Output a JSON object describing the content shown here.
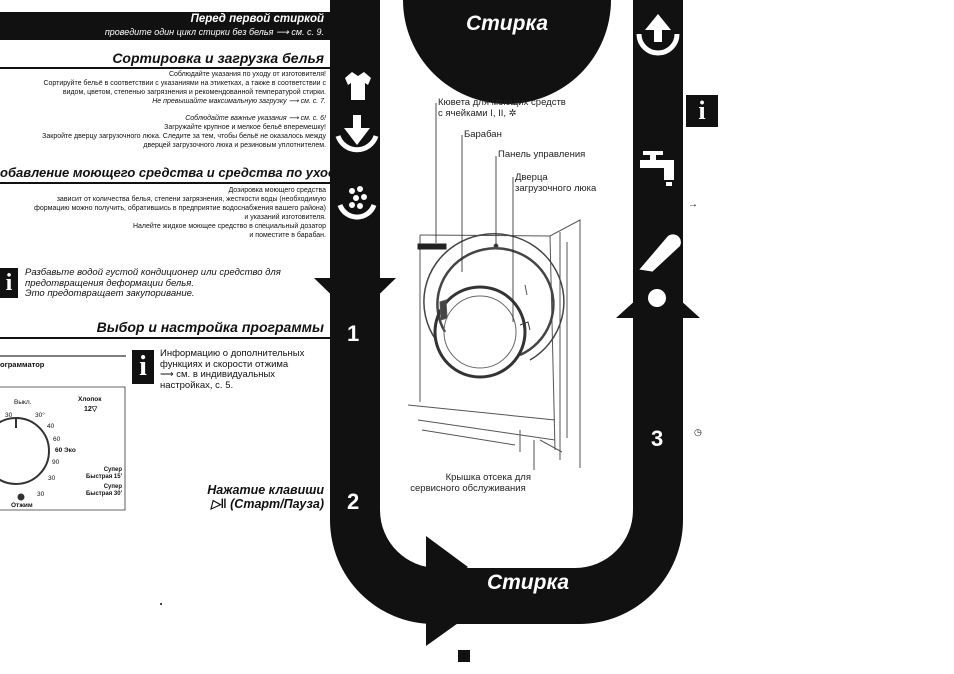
{
  "header": {
    "title": "Перед первой стиркой",
    "subtitle": "проведите один цикл стирки без белья ⟶ см. с. 9."
  },
  "sorting": {
    "title": "Сортировка и загрузка белья",
    "p1": [
      "Соблюдайте указания по уходу от изготовителя!",
      "Сортируйте бельё в соответствии с указаниями на этикетках, а также в соответствии с",
      "видом, цветом, степенью загрязнения и рекомендованной температурой стирки.",
      "Не превышайте максимальную загрузку ⟶ см. с. 7."
    ],
    "p2": [
      "Соблюдайте важные указания ⟶ см. с. 6!",
      "Загружайте крупное и мелкое бельё вперемешку!",
      "Закройте дверцу загрузочного люка. Следите за тем, чтобы бельё не оказалось между",
      "дверцей загрузочного люка и резиновым уплотнителем."
    ]
  },
  "detergent": {
    "title": "обавление моющего средства и средства по уходу",
    "lines": [
      "Дозировка моющего средства",
      "зависит от количества белья, степени загрязнения, жесткости воды (необходимую",
      "формацию можно получить, обратившись в предприятие водоснабжения вашего района)",
      "и указаний изготовителя.",
      "Налейте жидкое моющее средство в специальный дозатор",
      "и поместите в барабан."
    ]
  },
  "note1": {
    "icon": "i",
    "lines": [
      "Разбавьте водой густой кондиционер или средство для",
      "предотвращения деформации белья.",
      "Это предотвращает закупоривание."
    ]
  },
  "program": {
    "title": "Выбор и настройка программы",
    "selector_label": "ограмматор"
  },
  "note2": {
    "icon": "i",
    "lines": [
      "Информацию о дополнительных",
      "функциях и скорости отжима",
      "⟶ см. в индивидуальных",
      "настройках, с. 5."
    ]
  },
  "dial": {
    "off": "Выкл.",
    "cotton": "Хлопок",
    "temps": [
      "30",
      "30°",
      "40",
      "60",
      "60 Эко",
      "90"
    ],
    "super15_top": "Супер",
    "super15": "Быстрая 15'",
    "super30_top": "Супер",
    "super30": "Быстрая 30'",
    "small30a": "30",
    "small30b": "30",
    "spin": "Отжим"
  },
  "press": {
    "line1": "Нажатие клавиши",
    "line2": "(Старт/Паузa)"
  },
  "steps": [
    "1",
    "2",
    "3"
  ],
  "washing_top": "Стирка",
  "washing_bottom": "Стирка",
  "labels": {
    "dispenser1": "Кювета для моющих средств",
    "dispenser2": "с ячейками I, II, ✲",
    "drum": "Барабан",
    "panel": "Панель управления",
    "door1": "Дверца",
    "door2": "загрузочного люка",
    "cover1": "Крышка отсека для",
    "cover2": "сервисного обслуживания"
  },
  "right": {
    "info_icon": "i",
    "arrow": "→",
    "small_symbol": "◷"
  },
  "colors": {
    "band": "#111111",
    "ink": "#222222",
    "page": "#ffffff"
  }
}
